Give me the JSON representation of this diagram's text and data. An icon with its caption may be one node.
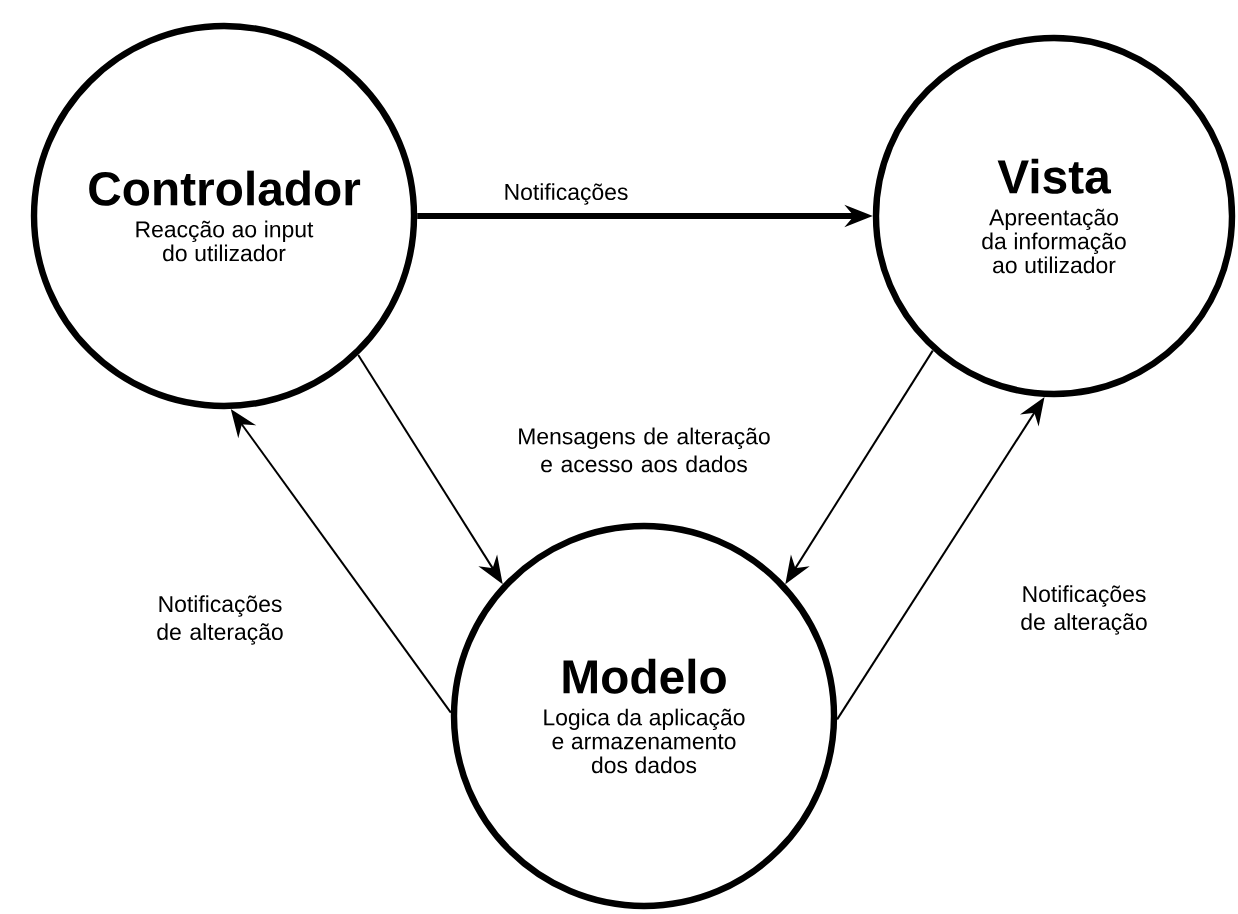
{
  "diagram": {
    "nodes": [
      {
        "text": [
          "Controlador",
          "Reacção ao input do utilizador"
        ]
      },
      {
        "text": [
          "Vista",
          "Apreentação da informação ao utilizador"
        ]
      },
      {
        "text": [
          "Modelo",
          "Logica da aplicação e armazenamento dos dados"
        ]
      }
    ],
    "edges": [
      {
        "from": 0,
        "to": 1,
        "arrow": "to",
        "label": "Notificações",
        "style": "thick"
      },
      {
        "from": 0,
        "to": 2,
        "arrow": "to"
      },
      {
        "from": 1,
        "to": 2,
        "arrow": "to"
      },
      {
        "from": 2,
        "to": 0,
        "arrow": "to",
        "label": "Notificações de alteração"
      },
      {
        "from": 2,
        "to": 1,
        "arrow": "to",
        "label": "Notificações de alteração"
      }
    ],
    "labels": [
      "Mensagens de alteração e acesso aos dados"
    ]
  }
}
